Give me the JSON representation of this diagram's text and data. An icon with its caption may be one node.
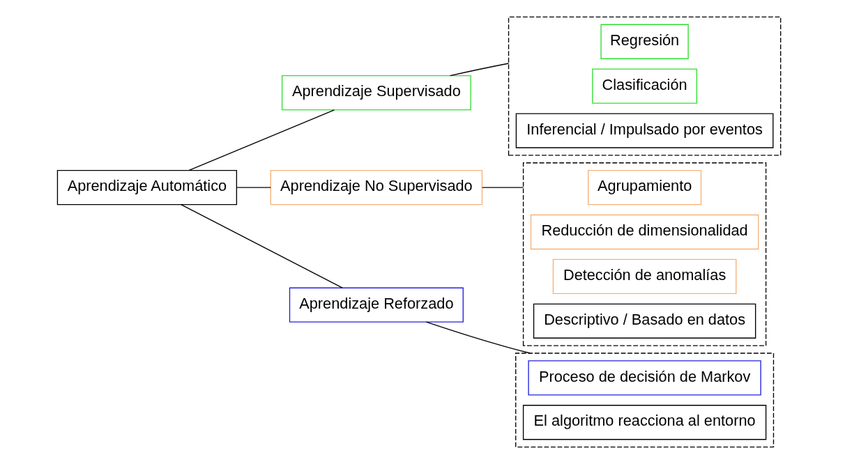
{
  "diagram": {
    "nodes": [
      {
        "text": [
          "Aprendizaje Automático"
        ]
      },
      {
        "text": [
          "Aprendizaje Supervisado"
        ]
      },
      {
        "text": [
          "Aprendizaje No Supervisado"
        ]
      },
      {
        "text": [
          "Aprendizaje Reforzado"
        ]
      },
      {
        "text": [],
        "shape": "box"
      },
      {
        "text": [
          "Regresión"
        ],
        "in": 4
      },
      {
        "text": [
          "Clasificación"
        ],
        "in": 4
      },
      {
        "text": [
          "Inferencial / Impulsado por eventos"
        ],
        "in": 4
      },
      {
        "text": [],
        "shape": "box"
      },
      {
        "text": [
          "Agrupamiento"
        ],
        "in": 8
      },
      {
        "text": [
          "Reducción de dimensionalidad"
        ],
        "in": 8
      },
      {
        "text": [
          "Detección de anomalías"
        ],
        "in": 8
      },
      {
        "text": [
          "Descriptivo / Basado en datos"
        ],
        "in": 8
      },
      {
        "text": [],
        "shape": "box"
      },
      {
        "text": [
          "Proceso de decisión de Markov"
        ],
        "in": 13
      },
      {
        "text": [
          "El algoritmo reacciona al entorno"
        ],
        "in": 13
      }
    ],
    "edges": [
      {
        "from": 0,
        "to": 1,
        "arrow": "none"
      },
      {
        "from": 0,
        "to": 2,
        "arrow": "none"
      },
      {
        "from": 0,
        "to": 3,
        "arrow": "none"
      },
      {
        "from": 1,
        "to": 4,
        "arrow": "none"
      },
      {
        "from": 2,
        "to": 8,
        "arrow": "none"
      },
      {
        "from": 3,
        "to": 13,
        "arrow": "none"
      }
    ]
  }
}
